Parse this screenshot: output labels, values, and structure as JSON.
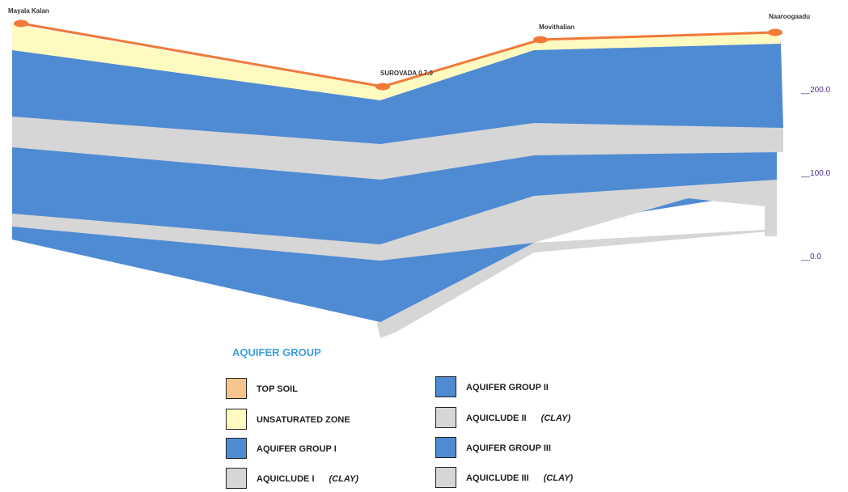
{
  "sites": [
    {
      "name": "Mayala Kalan"
    },
    {
      "name": "SUROVADA 0.7.0"
    },
    {
      "name": "Movithalian"
    },
    {
      "name": "Naaroogaadu"
    }
  ],
  "elevation_axis": {
    "ticks": [
      {
        "value": 200,
        "label": "__200.0"
      },
      {
        "value": 100,
        "label": "__100.0"
      },
      {
        "value": 0,
        "label": "__0.0"
      }
    ]
  },
  "legend": {
    "title": "AQUIFER GROUP",
    "items": [
      {
        "label": "TOP SOIL",
        "note": "",
        "color": "#f8c48e"
      },
      {
        "label": "UNSATURATED ZONE",
        "note": "",
        "color": "#fffac0"
      },
      {
        "label": "AQUIFER GROUP I",
        "note": "",
        "color": "#4f8bd3"
      },
      {
        "label": "AQUICLUDE I",
        "note": "(CLAY)",
        "color": "#d6d6d6"
      },
      {
        "label": "AQUIFER GROUP II",
        "note": "",
        "color": "#4f8bd3"
      },
      {
        "label": "AQUICLUDE II",
        "note": "(CLAY)",
        "color": "#d6d6d6"
      },
      {
        "label": "AQUIFER GROUP III",
        "note": "",
        "color": "#4f8bd3"
      },
      {
        "label": "AQUICLUDE III",
        "note": "(CLAY)",
        "color": "#d6d6d6"
      }
    ]
  },
  "colors": {
    "top_soil_line": "#f07a3a",
    "unsaturated": "#fffac0",
    "aquifer": "#4f8bd3",
    "aquiclude": "#d6d6d6"
  }
}
